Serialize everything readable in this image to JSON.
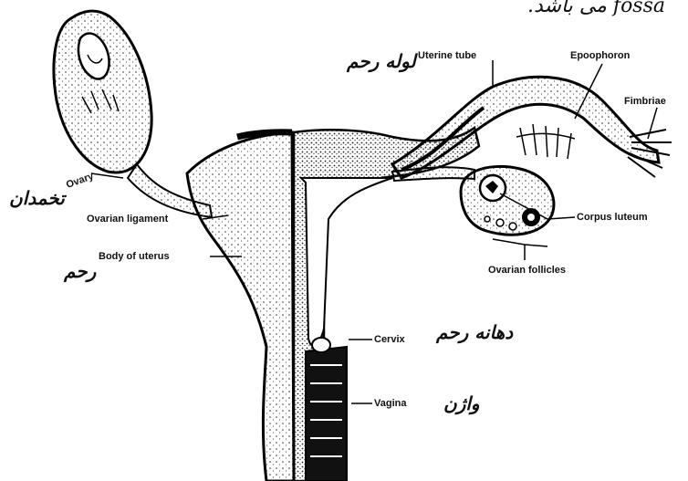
{
  "header_fragment": "fossa می باشد.",
  "labels": {
    "uterine_tube": "Uterine tube",
    "epoophoron": "Epoophoron",
    "fimbriae": "Fimbriae",
    "ovary": "Ovary",
    "ovarian_ligament": "Ovarian ligament",
    "body_of_uterus": "Body of uterus",
    "corpus_luteum": "Corpus luteum",
    "ovarian_follicles": "Ovarian follicles",
    "cervix": "Cervix",
    "vagina": "Vagina"
  },
  "persian_labels": {
    "uterine_tube": "لوله رحم",
    "ovary": "تخمدان",
    "uterus": "رحم",
    "cervix": "دهانه رحم",
    "vagina": "واژن"
  }
}
